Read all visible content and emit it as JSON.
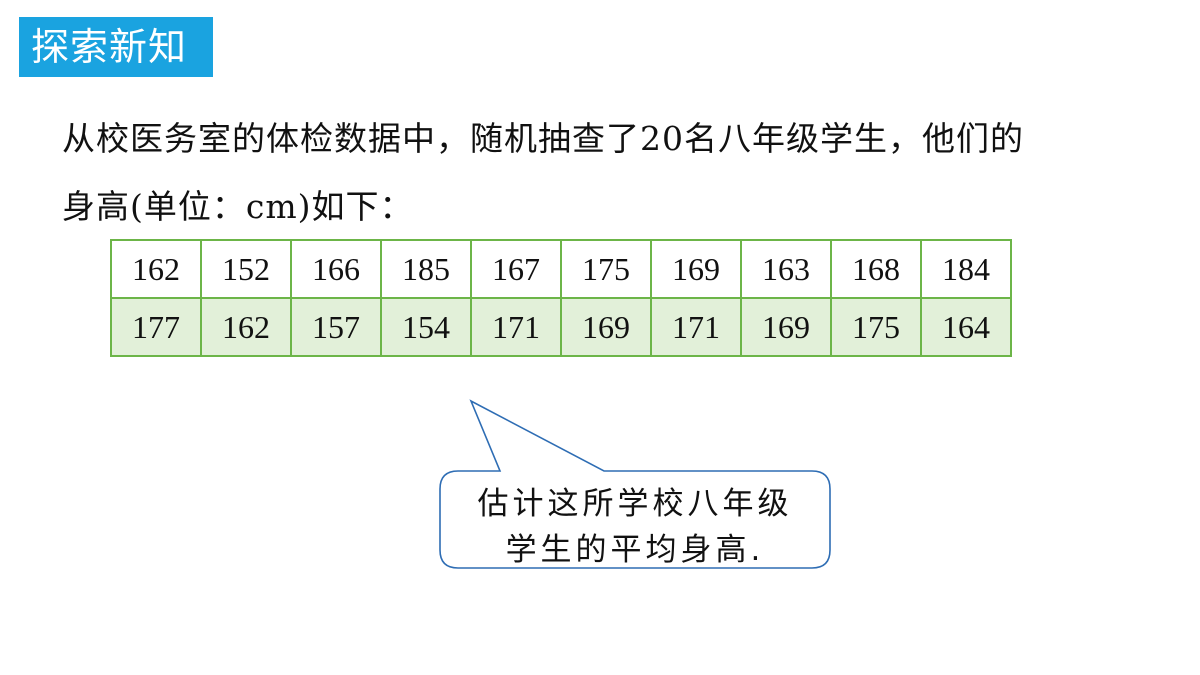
{
  "badge": {
    "label": "探索新知",
    "color": "#1aa3e0"
  },
  "intro": {
    "line1": "从校医务室的体检数据中，随机抽查了20名八年级学生，他们的",
    "line2": "身高(单位：cm)如下："
  },
  "table": {
    "border_color": "#6cb548",
    "row2_fill": "#e2f0d9",
    "rows": [
      [
        "162",
        "152",
        "166",
        "185",
        "167",
        "175",
        "169",
        "163",
        "168",
        "184"
      ],
      [
        "177",
        "162",
        "157",
        "154",
        "171",
        "169",
        "171",
        "169",
        "175",
        "164"
      ]
    ]
  },
  "callout": {
    "line1": "估计这所学校八年级",
    "line2": "学生的平均身高.",
    "border_color": "#2e6db4"
  }
}
